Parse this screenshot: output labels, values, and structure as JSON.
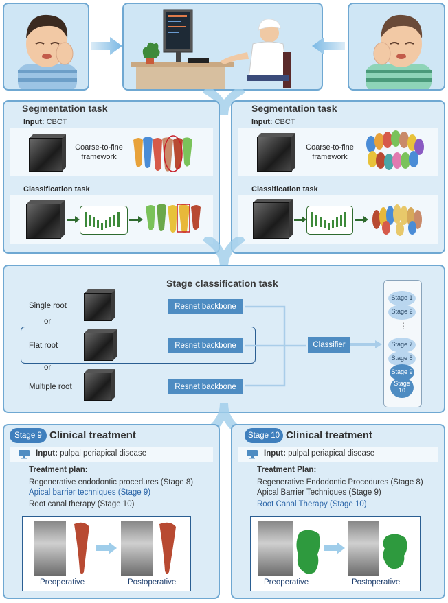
{
  "top": {
    "people": [
      "child-left",
      "dentist-at-computer",
      "child-right"
    ]
  },
  "seg_left": {
    "title": "Segmentation task",
    "input_bold": "Input:",
    "input_value": "CBCT",
    "framework": "Coarse-to-fine framework",
    "class_title": "Classification task"
  },
  "seg_right": {
    "title": "Segmentation task",
    "input_bold": "Input:",
    "input_value": "CBCT",
    "framework": "Coarse-to-fine framework",
    "class_title": "Classification task"
  },
  "stage": {
    "title": "Stage classification task",
    "rows": [
      {
        "label": "Single root",
        "backbone": "Resnet backbone"
      },
      {
        "label": "Flat root",
        "backbone": "Resnet backbone"
      },
      {
        "label": "Multiple root",
        "backbone": "Resnet backbone"
      }
    ],
    "or1": "or",
    "or2": "or",
    "classifier": "Classifier",
    "stages": {
      "s1": "Stage 1",
      "s2": "Stage 2",
      "dots": "⋮",
      "s7": "Stage 7",
      "s8": "Stage 8",
      "s9": "Stage 9",
      "s10": "Stage 10"
    }
  },
  "clin_left": {
    "tag": "Stage 9",
    "title": "Clinical treatment",
    "input_bold": "Input:",
    "input_value": "pulpal periapical disease",
    "plan_title": "Treatment plan:",
    "plan": [
      "Regenerative endodontic procedures (Stage 8)",
      "Apical barrier techniques (Stage 9)",
      "Root canal therapy (Stage 10)"
    ],
    "pre": "Preoperative",
    "post": "Postoperative"
  },
  "clin_right": {
    "tag": "Stage 10",
    "title": "Clinical treatment",
    "input_bold": "Input:",
    "input_value": "pulpal periapical disease",
    "plan_title": "Treatment Plan:",
    "plan": [
      "Regenerative Endodontic Procedures (Stage 8)",
      "Apical Barrier Techniques (Stage 9)",
      "Root Canal Therapy (Stage 10)"
    ],
    "pre": "Preoperative",
    "post": "Postoperative"
  },
  "colors": {
    "accent": "#4e8cc2",
    "panel": "#dcecf7",
    "border": "#6fa8d2",
    "highlight": "#2b65a8",
    "tooth_red": "#b84a32",
    "tooth_green": "#2e9a3e"
  }
}
